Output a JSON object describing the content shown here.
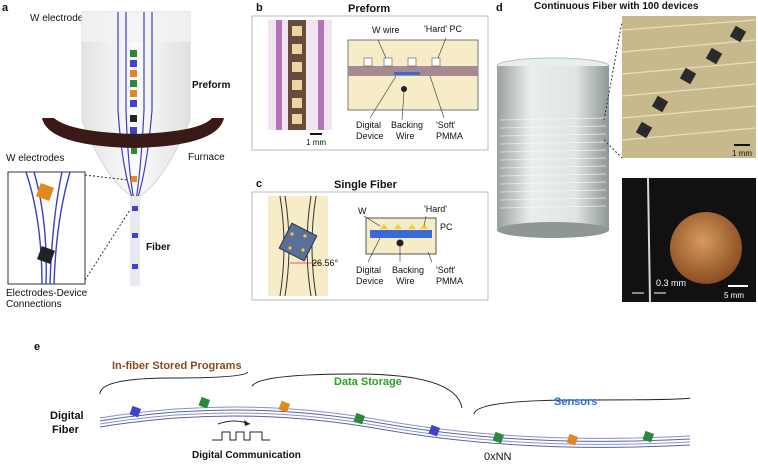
{
  "panels": {
    "a": {
      "letter": "a",
      "w_electrodes_top": "W electrodes",
      "preform": "Preform",
      "furnace": "Furnace",
      "w_electrodes_inset": "W electrodes",
      "fiber": "Fiber",
      "connections_line1": "Electrodes-Device",
      "connections_line2": "Connections"
    },
    "b": {
      "letter": "b",
      "title": "Preform",
      "w_wire": "W wire",
      "hard_pc": "'Hard' PC",
      "digital_line1": "Digital",
      "digital_line2": "Device",
      "backing_line1": "Backing",
      "backing_line2": "Wire",
      "soft_line1": "'Soft'",
      "soft_line2": "PMMA",
      "scale": "1 mm"
    },
    "c": {
      "letter": "c",
      "title": "Single Fiber",
      "angle": "26.56°",
      "w": "W",
      "hard_line1": "'Hard'",
      "hard_line2": "PC",
      "digital_line1": "Digital",
      "digital_line2": "Device",
      "backing_line1": "Backing",
      "backing_line2": "Wire",
      "soft_line1": "'Soft'",
      "soft_line2": "PMMA"
    },
    "d": {
      "letter": "d",
      "title": "Continuous Fiber with 100 devices",
      "scale_top": "1 mm",
      "diameter": "0.3 mm",
      "scale_bottom": "5 mm"
    },
    "e": {
      "letter": "e",
      "stored_programs": "In-fiber Stored Programs",
      "data_storage": "Data Storage",
      "sensors": "Sensors",
      "digital_line1": "Digital",
      "digital_line2": "Fiber",
      "communication": "Digital Communication",
      "address": "0xNN"
    }
  },
  "colors": {
    "electrode_blue": "#3b3fc4",
    "furnace": "#3a1a16",
    "cladding": "#f6ecc8",
    "pmma_band": "#a68a92",
    "programs_label": "#8a4a1e",
    "data_label": "#2ea02a",
    "sensors_label": "#2a6fd6"
  }
}
